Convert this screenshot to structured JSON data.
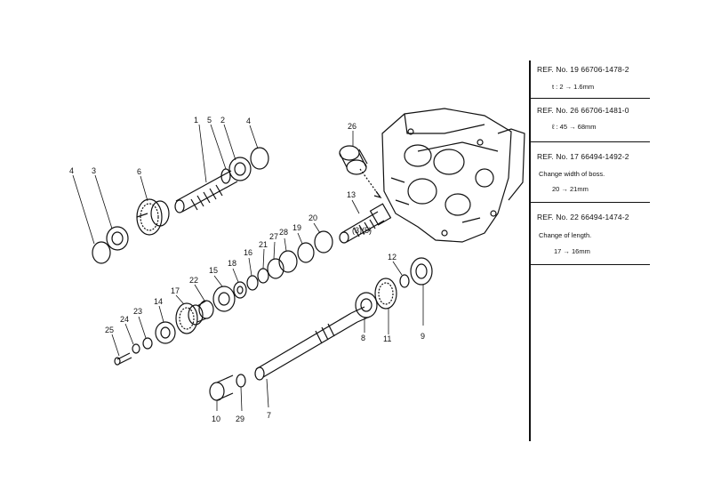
{
  "callouts": {
    "c1": "1",
    "c5": "5",
    "c2": "2",
    "c4a": "4",
    "c4b": "4",
    "c3": "3",
    "c6": "6",
    "c26": "26",
    "c13": "13",
    "c35": "(3)(5)",
    "c20": "20",
    "c19": "19",
    "c28": "28",
    "c27": "27",
    "c21": "21",
    "c16": "16",
    "c18": "18",
    "c15": "15",
    "c22": "22",
    "c17": "17",
    "c14": "14",
    "c23": "23",
    "c24": "24",
    "c25": "25",
    "c12": "12",
    "c11": "11",
    "c9": "9",
    "c8": "8",
    "c7": "7",
    "c10": "10",
    "c29": "29"
  },
  "references": [
    {
      "title": "REF. No. 19  66706-1478-2",
      "line1": "t : 2 → 1.6mm",
      "line2": ""
    },
    {
      "title": "REF. No. 26  66706-1481-0",
      "line1": "ℓ : 45 → 68mm",
      "line2": ""
    },
    {
      "title": "REF. No. 17  66494-1492-2",
      "line1": "Change width of boss.",
      "line2": "20 → 21mm"
    },
    {
      "title": "REF. No. 22  66494-1474-2",
      "line1": "Change of length.",
      "line2": "17 → 16mm"
    }
  ]
}
